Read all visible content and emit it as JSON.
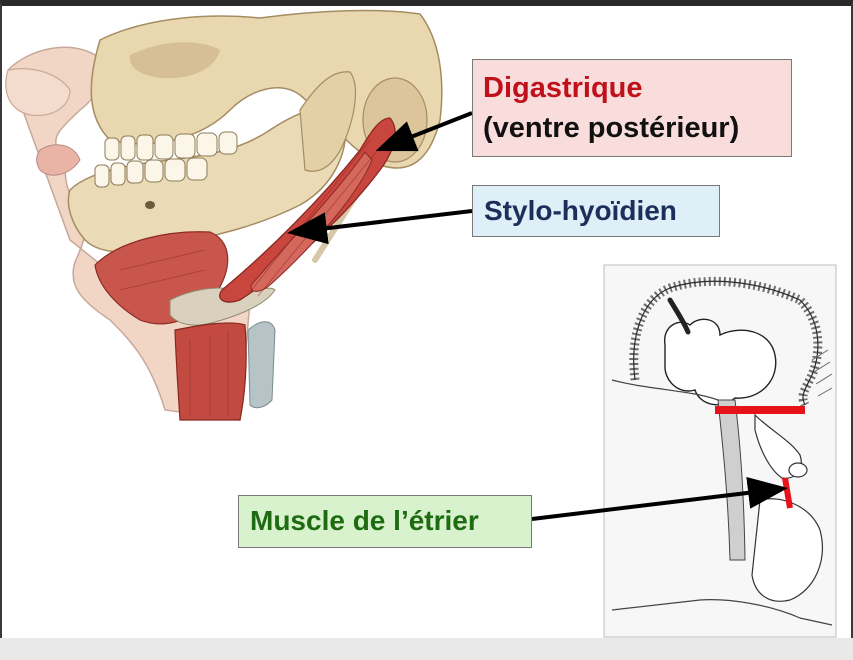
{
  "labels": {
    "digastrique_title": "Digastrique",
    "digastrique_subtitle": "(ventre postérieur)",
    "stylo_hyoidien": "Stylo-hyoïdien",
    "muscle_etrier": "Muscle de l’étrier"
  },
  "colors": {
    "digastrique_text": "#c0101a",
    "digastrique_box": "#f9dcdc",
    "stylo_text": "#1c2e5a",
    "stylo_box": "#dfeff7",
    "muscle_text": "#1e6b12",
    "muscle_box": "#d7f2cc",
    "muscle_red": "#c23a36",
    "bone": "#e9d7b0",
    "stapedius_marks": "#e8121a"
  }
}
